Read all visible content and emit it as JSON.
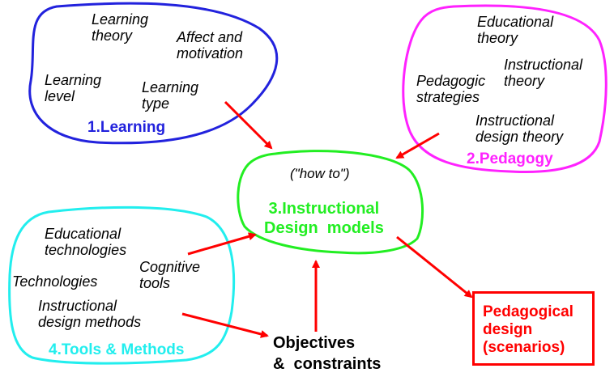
{
  "colors": {
    "learning": "#2222dd",
    "pedagogy": "#ff22ff",
    "design": "#22ee22",
    "tools": "#22eeee",
    "output": "#ff0000",
    "arrow": "#ff0000"
  },
  "learning": {
    "title": "1.Learning",
    "items": [
      "Learning\ntheory",
      "Affect and\nmotivation",
      "Learning\nlevel",
      "Learning\ntype"
    ]
  },
  "pedagogy": {
    "title": "2.Pedagogy",
    "items": [
      "Educational\ntheory",
      "Instructional\ntheory",
      "Pedagogic\nstrategies",
      "Instructional\ndesign theory"
    ]
  },
  "design": {
    "subtitle": "(\"how to\")",
    "title": "3.Instructional\nDesign  models"
  },
  "tools": {
    "title": "4.Tools & Methods",
    "items": [
      "Educational\ntechnologies",
      "Cognitive\ntools",
      "Technologies",
      "Instructional\ndesign methods"
    ]
  },
  "objectives": "Objectives\n&  constraints",
  "output": "Pedagogical\ndesign\n(scenarios)"
}
